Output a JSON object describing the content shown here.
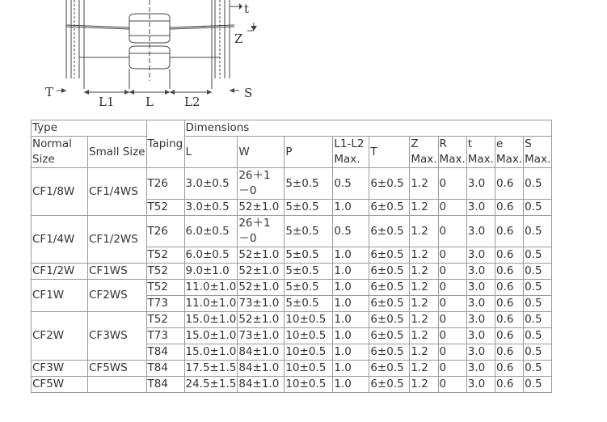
{
  "diagram": {
    "labels": {
      "T": "T",
      "L1": "L1",
      "L": "L",
      "L2": "L2",
      "S": "S",
      "t": "t",
      "Z": "Z"
    }
  },
  "table": {
    "headers": {
      "type": "Type",
      "normal_size": "Normal Size",
      "small_size": "Small Size",
      "taping": "Taping",
      "dimensions": "Dimensions",
      "L": "L",
      "W": "W",
      "P": "P",
      "L1L2": "L1-L2 Max.",
      "T": "T",
      "Z": "Z Max.",
      "R": "R Max.",
      "t": "t Max.",
      "e": "e Max.",
      "S": "S Max."
    },
    "groups": [
      {
        "normal": "CF1/8W",
        "small": "CF1/4WS",
        "rows": [
          {
            "taping": "T26",
            "L": "3.0±0.5",
            "W": "26＋1 －0",
            "P": "5±0.5",
            "L1L2": "0.5",
            "T": "6±0.5",
            "Z": "1.2",
            "R": "0",
            "t": "3.0",
            "e": "0.6",
            "S": "0.5"
          },
          {
            "taping": "T52",
            "L": "3.0±0.5",
            "W": "52±1.0",
            "P": "5±0.5",
            "L1L2": "1.0",
            "T": "6±0.5",
            "Z": "1.2",
            "R": "0",
            "t": "3.0",
            "e": "0.6",
            "S": "0.5"
          }
        ]
      },
      {
        "normal": "CF1/4W",
        "small": "CF1/2WS",
        "rows": [
          {
            "taping": "T26",
            "L": "6.0±0.5",
            "W": "26＋1 －0",
            "P": "5±0.5",
            "L1L2": "0.5",
            "T": "6±0.5",
            "Z": "1.2",
            "R": "0",
            "t": "3.0",
            "e": "0.6",
            "S": "0.5"
          },
          {
            "taping": "T52",
            "L": "6.0±0.5",
            "W": "52±1.0",
            "P": "5±0.5",
            "L1L2": "1.0",
            "T": "6±0.5",
            "Z": "1.2",
            "R": "0",
            "t": "3.0",
            "e": "0.6",
            "S": "0.5"
          }
        ]
      },
      {
        "normal": "CF1/2W",
        "small": "CF1WS",
        "rows": [
          {
            "taping": "T52",
            "L": "9.0±1.0",
            "W": "52±1.0",
            "P": "5±0.5",
            "L1L2": "1.0",
            "T": "6±0.5",
            "Z": "1.2",
            "R": "0",
            "t": "3.0",
            "e": "0.6",
            "S": "0.5"
          }
        ]
      },
      {
        "normal": "CF1W",
        "small": "CF2WS",
        "rows": [
          {
            "taping": "T52",
            "L": "11.0±1.0",
            "W": "52±1.0",
            "P": "5±0.5",
            "L1L2": "1.0",
            "T": "6±0.5",
            "Z": "1.2",
            "R": "0",
            "t": "3.0",
            "e": "0.6",
            "S": "0.5"
          },
          {
            "taping": "T73",
            "L": "11.0±1.0",
            "W": "73±1.0",
            "P": "5±0.5",
            "L1L2": "1.0",
            "T": "6±0.5",
            "Z": "1.2",
            "R": "0",
            "t": "3.0",
            "e": "0.6",
            "S": "0.5"
          }
        ]
      },
      {
        "normal": "CF2W",
        "small": "CF3WS",
        "rows": [
          {
            "taping": "T52",
            "L": "15.0±1.0",
            "W": "52±1.0",
            "P": "10±0.5",
            "L1L2": "1.0",
            "T": "6±0.5",
            "Z": "1.2",
            "R": "0",
            "t": "3.0",
            "e": "0.6",
            "S": "0.5"
          },
          {
            "taping": "T73",
            "L": "15.0±1.0",
            "W": "73±1.0",
            "P": "10±0.5",
            "L1L2": "1.0",
            "T": "6±0.5",
            "Z": "1.2",
            "R": "0",
            "t": "3.0",
            "e": "0.6",
            "S": "0.5"
          },
          {
            "taping": "T84",
            "L": "15.0±1.0",
            "W": "84±1.0",
            "P": "10±0.5",
            "L1L2": "1.0",
            "T": "6±0.5",
            "Z": "1.2",
            "R": "0",
            "t": "3.0",
            "e": "0.6",
            "S": "0.5"
          }
        ]
      },
      {
        "normal": "CF3W",
        "small": "CF5WS",
        "rows": [
          {
            "taping": "T84",
            "L": "17.5±1.5",
            "W": "84±1.0",
            "P": "10±0.5",
            "L1L2": "1.0",
            "T": "6±0.5",
            "Z": "1.2",
            "R": "0",
            "t": "3.0",
            "e": "0.6",
            "S": "0.5"
          }
        ]
      },
      {
        "normal": "CF5W",
        "small": "",
        "rows": [
          {
            "taping": "T84",
            "L": "24.5±1.5",
            "W": "84±1.0",
            "P": "10±0.5",
            "L1L2": "1.0",
            "T": "6±0.5",
            "Z": "1.2",
            "R": "0",
            "t": "3.0",
            "e": "0.6",
            "S": "0.5"
          }
        ]
      }
    ]
  }
}
